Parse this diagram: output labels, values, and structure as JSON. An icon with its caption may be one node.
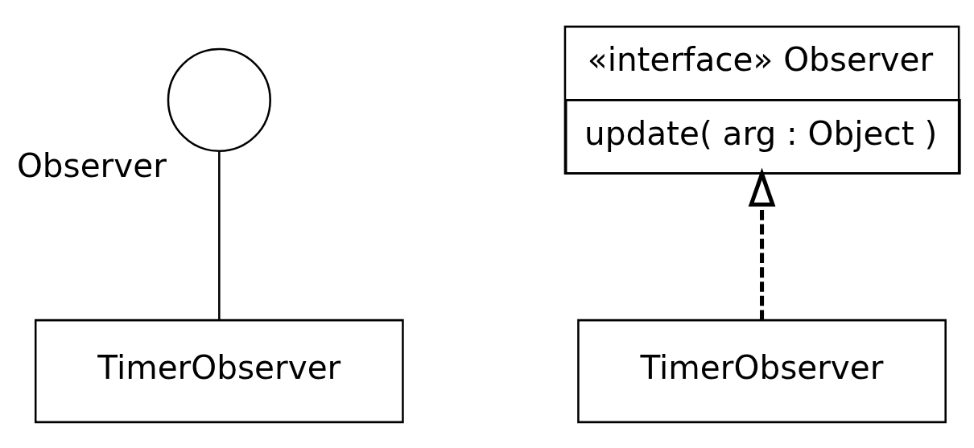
{
  "diagram": {
    "nodes": [
      {
        "text": [
          "Observer"
        ]
      },
      {
        "text": [
          "TimerObserver"
        ]
      },
      {
        "text": [
          "«interface» Observer",
          "update( arg : Object )"
        ]
      },
      {
        "text": [
          "TimerObserver"
        ]
      }
    ],
    "edges": [
      {
        "from": 1,
        "to": 0,
        "arrow": "none"
      },
      {
        "from": 3,
        "to": 2,
        "arrow": "to",
        "style": "dashed"
      }
    ]
  }
}
